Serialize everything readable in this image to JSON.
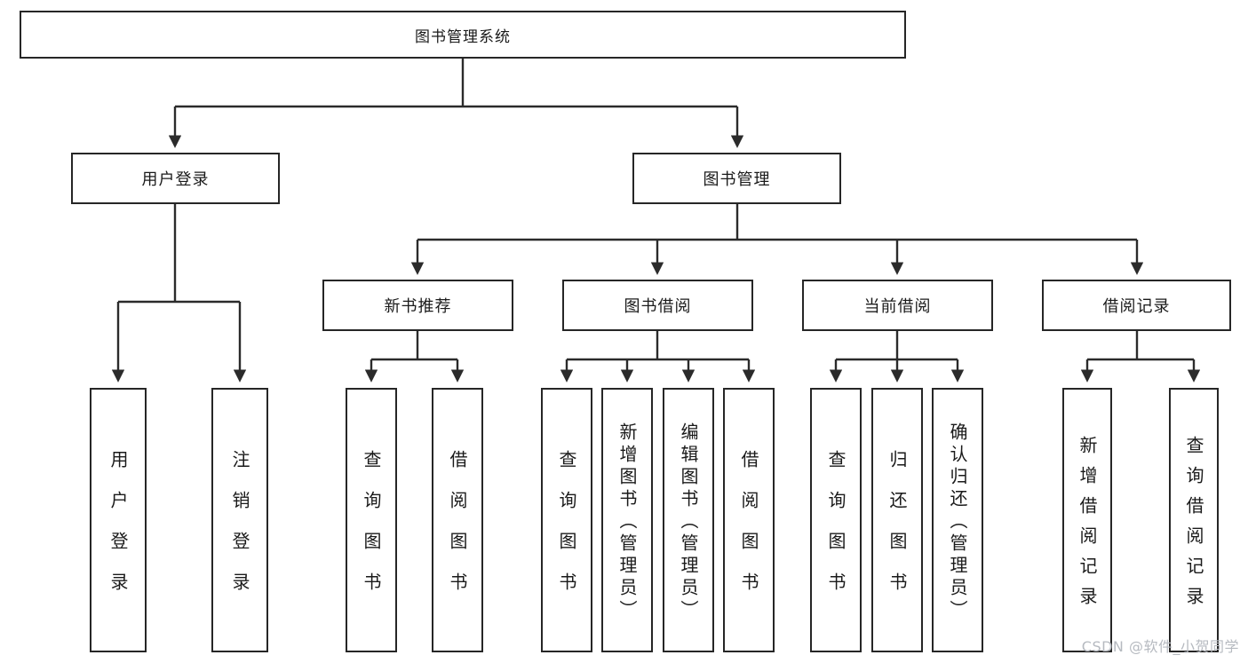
{
  "tree": {
    "label": "图书管理系统",
    "children": [
      {
        "label": "用户登录",
        "children": [
          {
            "label": "用户登录"
          },
          {
            "label": "注销登录"
          }
        ]
      },
      {
        "label": "图书管理",
        "children": [
          {
            "label": "新书推荐",
            "children": [
              {
                "label": "查询图书"
              },
              {
                "label": "借阅图书"
              }
            ]
          },
          {
            "label": "图书借阅",
            "children": [
              {
                "label": "查询图书"
              },
              {
                "label": "新增图书（管理员）"
              },
              {
                "label": "编辑图书（管理员）"
              },
              {
                "label": "借阅图书"
              }
            ]
          },
          {
            "label": "当前借阅",
            "children": [
              {
                "label": "查询图书"
              },
              {
                "label": "归还图书"
              },
              {
                "label": "确认归还（管理员）"
              }
            ]
          },
          {
            "label": "借阅记录",
            "children": [
              {
                "label": "新增借阅记录"
              },
              {
                "label": "查询借阅记录"
              }
            ]
          }
        ]
      }
    ]
  },
  "watermark": "CSDN @软件_小贺同学",
  "colors": {
    "line": "#2b2b2b",
    "box_border": "#262626",
    "background": "#ffffff",
    "watermark_text": "#b6bac0"
  }
}
